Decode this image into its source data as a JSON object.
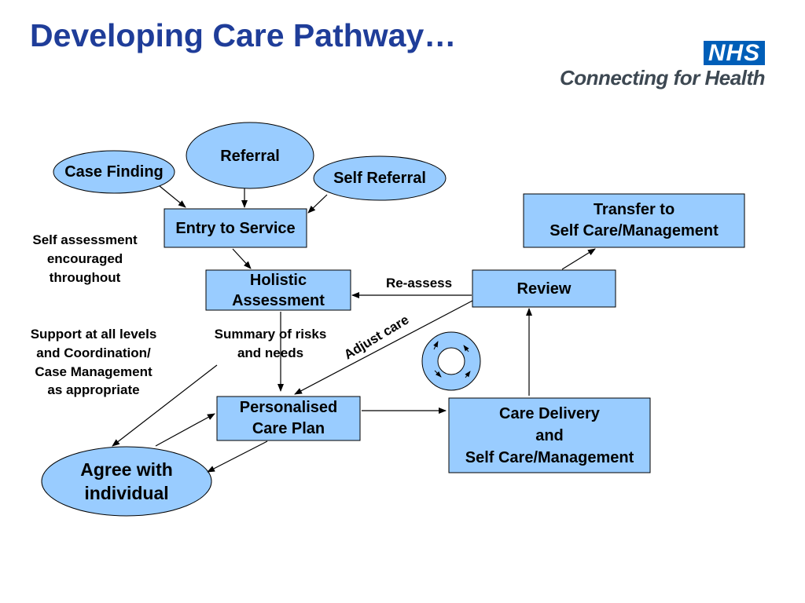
{
  "title": "Developing Care Pathway…",
  "logo": {
    "badge": "NHS",
    "tagline": "Connecting for Health"
  },
  "nodes": {
    "referral": "Referral",
    "case_finding": "Case Finding",
    "self_referral": "Self Referral",
    "entry_to_service": "Entry to Service",
    "holistic_assessment": "Holistic\nAssessment",
    "review": "Review",
    "transfer": "Transfer to\nSelf Care/Management",
    "personalised_care_plan": "Personalised\nCare Plan",
    "care_delivery": "Care Delivery\nand\nSelf Care/Management",
    "agree_with_individual": "Agree with\nindividual"
  },
  "notes": {
    "self_assessment": "Self assessment\nencouraged\nthroughout",
    "support": "Support at all levels\nand Coordination/\nCase Management\nas  appropriate",
    "summary": "Summary of risks\nand needs",
    "reassess": "Re-assess",
    "adjust_care": "Adjust care"
  },
  "colors": {
    "node_fill": "#99ccff",
    "title": "#1f3d99",
    "nhs_blue": "#005eb8"
  }
}
